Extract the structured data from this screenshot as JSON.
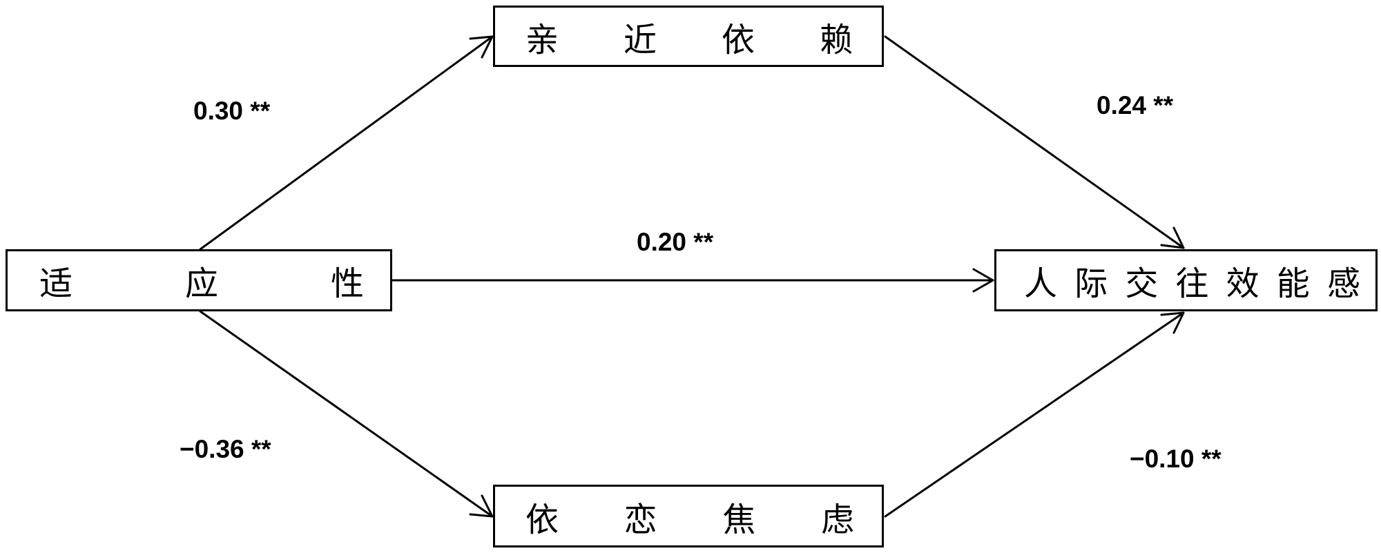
{
  "nodes": {
    "predictor": [
      "适",
      "应",
      "性"
    ],
    "mediator_top": [
      "亲",
      "近",
      "依",
      "赖"
    ],
    "mediator_bottom": [
      "依",
      "恋",
      "焦",
      "虑"
    ],
    "outcome": [
      "人",
      "际",
      "交",
      "往",
      "效",
      "能",
      "感"
    ]
  },
  "paths": {
    "predictor_to_top": "0.30 **",
    "top_to_outcome": "0.24 **",
    "direct": "0.20 **",
    "predictor_to_bottom": "−0.36 **",
    "bottom_to_outcome": "−0.10 **"
  },
  "colors": {
    "line": "#000000",
    "background": "#ffffff"
  }
}
